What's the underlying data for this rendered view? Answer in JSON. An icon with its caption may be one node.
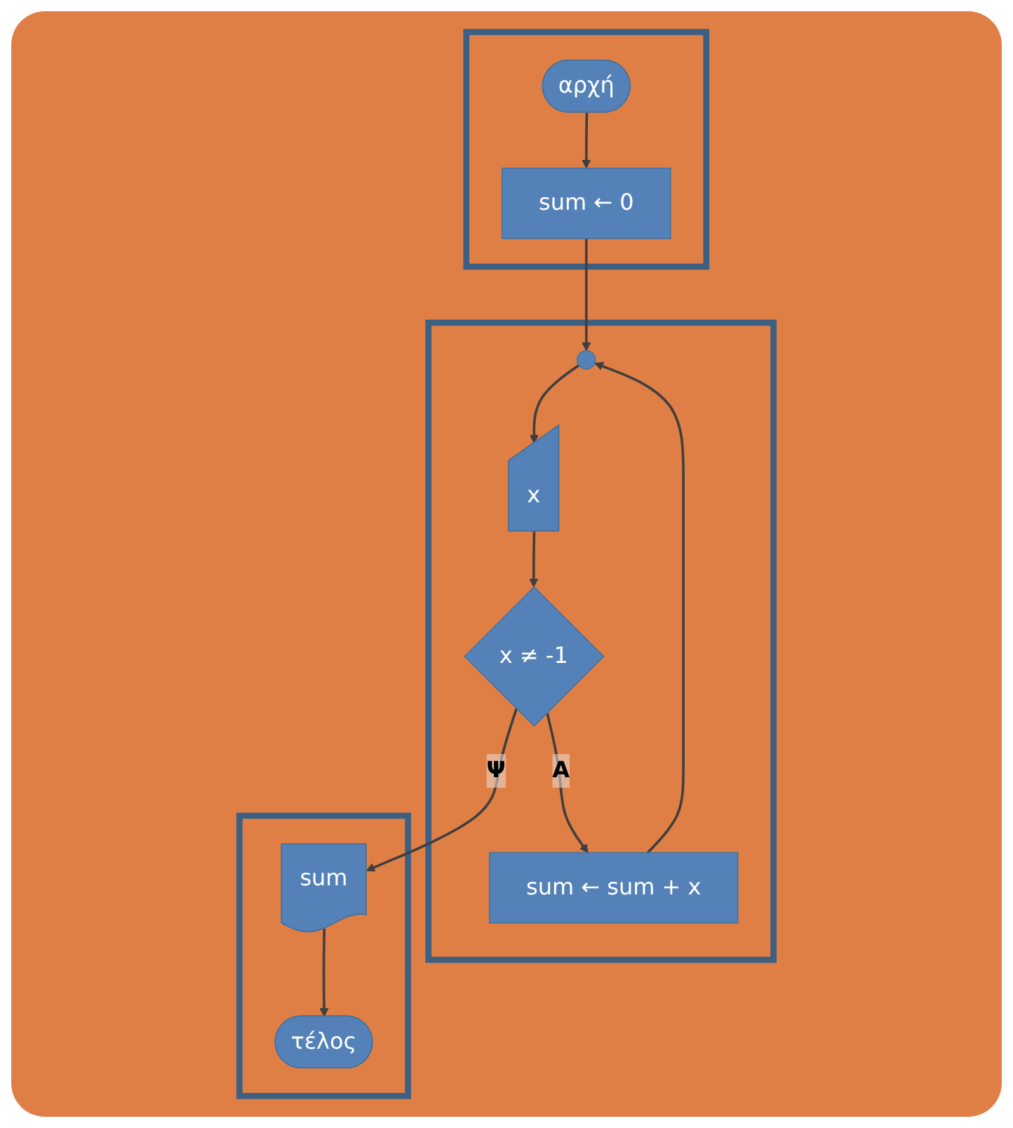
{
  "diagram": {
    "nodes": [
      {
        "text": [],
        "shape": "box"
      },
      {
        "text": [
          "αρχή"
        ],
        "in": 0
      },
      {
        "text": [
          "sum ← 0"
        ],
        "in": 0
      },
      {
        "text": [],
        "shape": "box"
      },
      {
        "text": [],
        "shape": "circle",
        "in": 3
      },
      {
        "text": [
          "x"
        ],
        "in": 3
      },
      {
        "text": [
          "x ≠ -1"
        ],
        "in": 3
      },
      {
        "text": [
          "sum ← sum + x"
        ],
        "in": 3
      },
      {
        "text": [],
        "shape": "box"
      },
      {
        "text": [
          "sum"
        ],
        "in": 8
      },
      {
        "text": [
          "τέλος"
        ],
        "in": 8
      }
    ],
    "edges": [
      {
        "from": 1,
        "to": 2,
        "arrow": "to"
      },
      {
        "from": 2,
        "to": 4,
        "arrow": "to"
      },
      {
        "from": 4,
        "to": 5,
        "arrow": "to"
      },
      {
        "from": 5,
        "to": 6,
        "arrow": "to"
      },
      {
        "from": 6,
        "to": 7,
        "label": "Α",
        "arrow": "to"
      },
      {
        "from": 7,
        "to": 4,
        "arrow": "to"
      },
      {
        "from": 6,
        "to": 9,
        "label": "Ψ",
        "arrow": "to"
      },
      {
        "from": 9,
        "to": 10,
        "arrow": "to"
      }
    ]
  }
}
